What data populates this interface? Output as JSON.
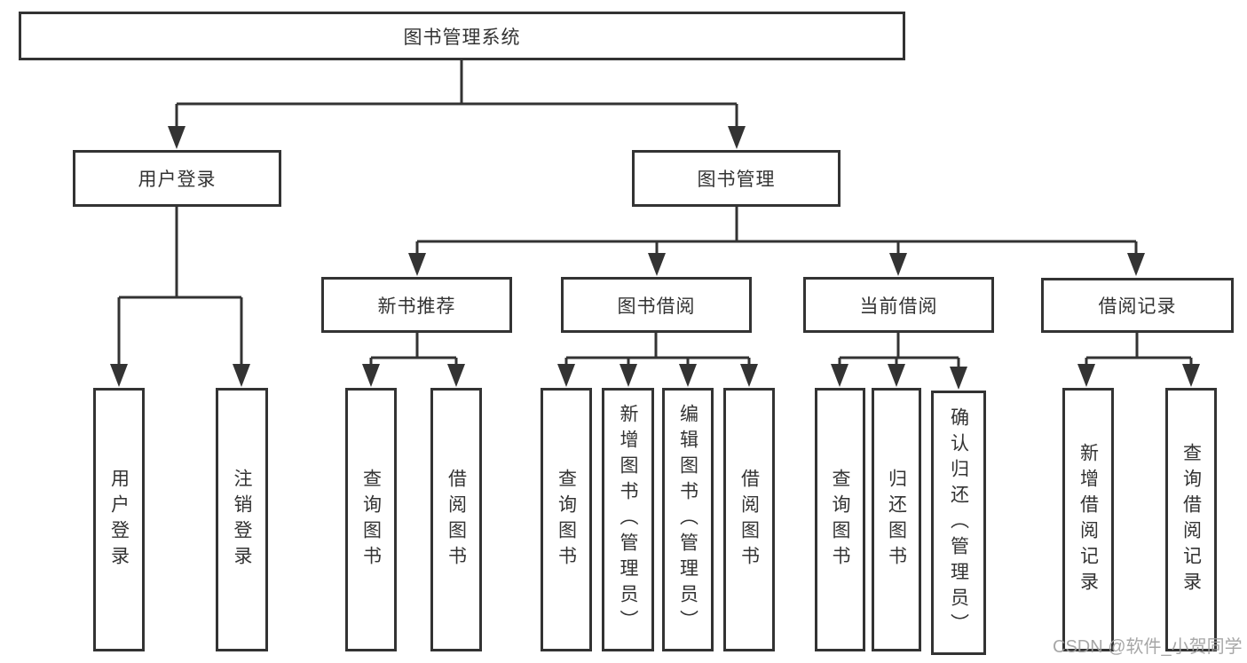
{
  "colors": {
    "line": "#333333",
    "text": "#333333",
    "background": "#ffffff",
    "watermark": "#9e9e9e"
  },
  "tree": {
    "root": {
      "label": "图书管理系统"
    },
    "level2": [
      {
        "label": "用户登录",
        "children": [
          {
            "label": "用户登录"
          },
          {
            "label": "注销登录"
          }
        ]
      },
      {
        "label": "图书管理",
        "groups": [
          {
            "label": "新书推荐",
            "children": [
              {
                "label": "查询图书"
              },
              {
                "label": "借阅图书"
              }
            ]
          },
          {
            "label": "图书借阅",
            "children": [
              {
                "label": "查询图书"
              },
              {
                "label": "新增图书（管理员）"
              },
              {
                "label": "编辑图书（管理员）"
              },
              {
                "label": "借阅图书"
              }
            ]
          },
          {
            "label": "当前借阅",
            "children": [
              {
                "label": "查询图书"
              },
              {
                "label": "归还图书"
              },
              {
                "label": "确认归还（管理员）"
              }
            ]
          },
          {
            "label": "借阅记录",
            "children": [
              {
                "label": "新增借阅记录"
              },
              {
                "label": "查询借阅记录"
              }
            ]
          }
        ]
      }
    ]
  },
  "watermark": {
    "text": "CSDN @软件_小贺同学"
  }
}
